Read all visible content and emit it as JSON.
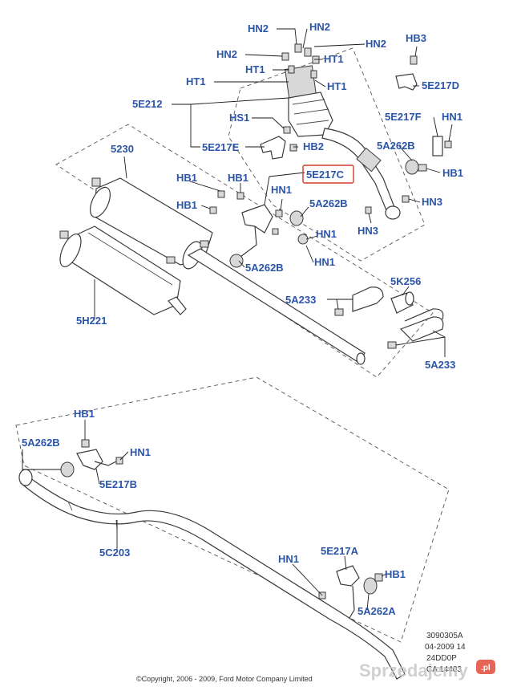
{
  "parts": {
    "hn2_a": "HN2",
    "hn2_b": "HN2",
    "hn2_c": "HN2",
    "hn2_d": "HN2",
    "ht1_a": "HT1",
    "ht1_b": "HT1",
    "ht1_c": "HT1",
    "ht1_d": "HT1",
    "hb3": "HB3",
    "p5e217d": "5E217D",
    "p5e212": "5E212",
    "hs1": "HS1",
    "p5e217f": "5E217F",
    "hn1_top": "HN1",
    "p5e217e": "5E217E",
    "hb2": "HB2",
    "p5a262b_r": "5A262B",
    "hb1_r": "HB1",
    "p5230": "5230",
    "hb1_a": "HB1",
    "hb1_b": "HB1",
    "hb1_c": "HB1",
    "p5e217c": "5E217C",
    "hn1_mid": "HN1",
    "hn3_a": "HN3",
    "hn3_b": "HN3",
    "p5a262b_mid": "5A262B",
    "hn1_c": "HN1",
    "hn1_d": "HN1",
    "p5a262b_low": "5A262B",
    "p5a233_a": "5A233",
    "p5k256": "5K256",
    "p5a233_b": "5A233",
    "p5h221": "5H221",
    "hb1_low": "HB1",
    "p5a262b_left": "5A262B",
    "hn1_low": "HN1",
    "p5e217b": "5E217B",
    "p5c203": "5C203",
    "hn1_bottom": "HN1",
    "p5e217a": "5E217A",
    "hb1_bottom": "HB1",
    "p5a262a": "5A262A"
  },
  "meta": {
    "code": "3090305A",
    "date": "04-2009 14",
    "ref": "24DD0P",
    "ref2": "CA  14403"
  },
  "copyright": "©Copyright, 2006 - 2009, Ford Motor Company Limited",
  "watermark": {
    "text": "Sprzedajemy",
    "badge": ".pl"
  }
}
